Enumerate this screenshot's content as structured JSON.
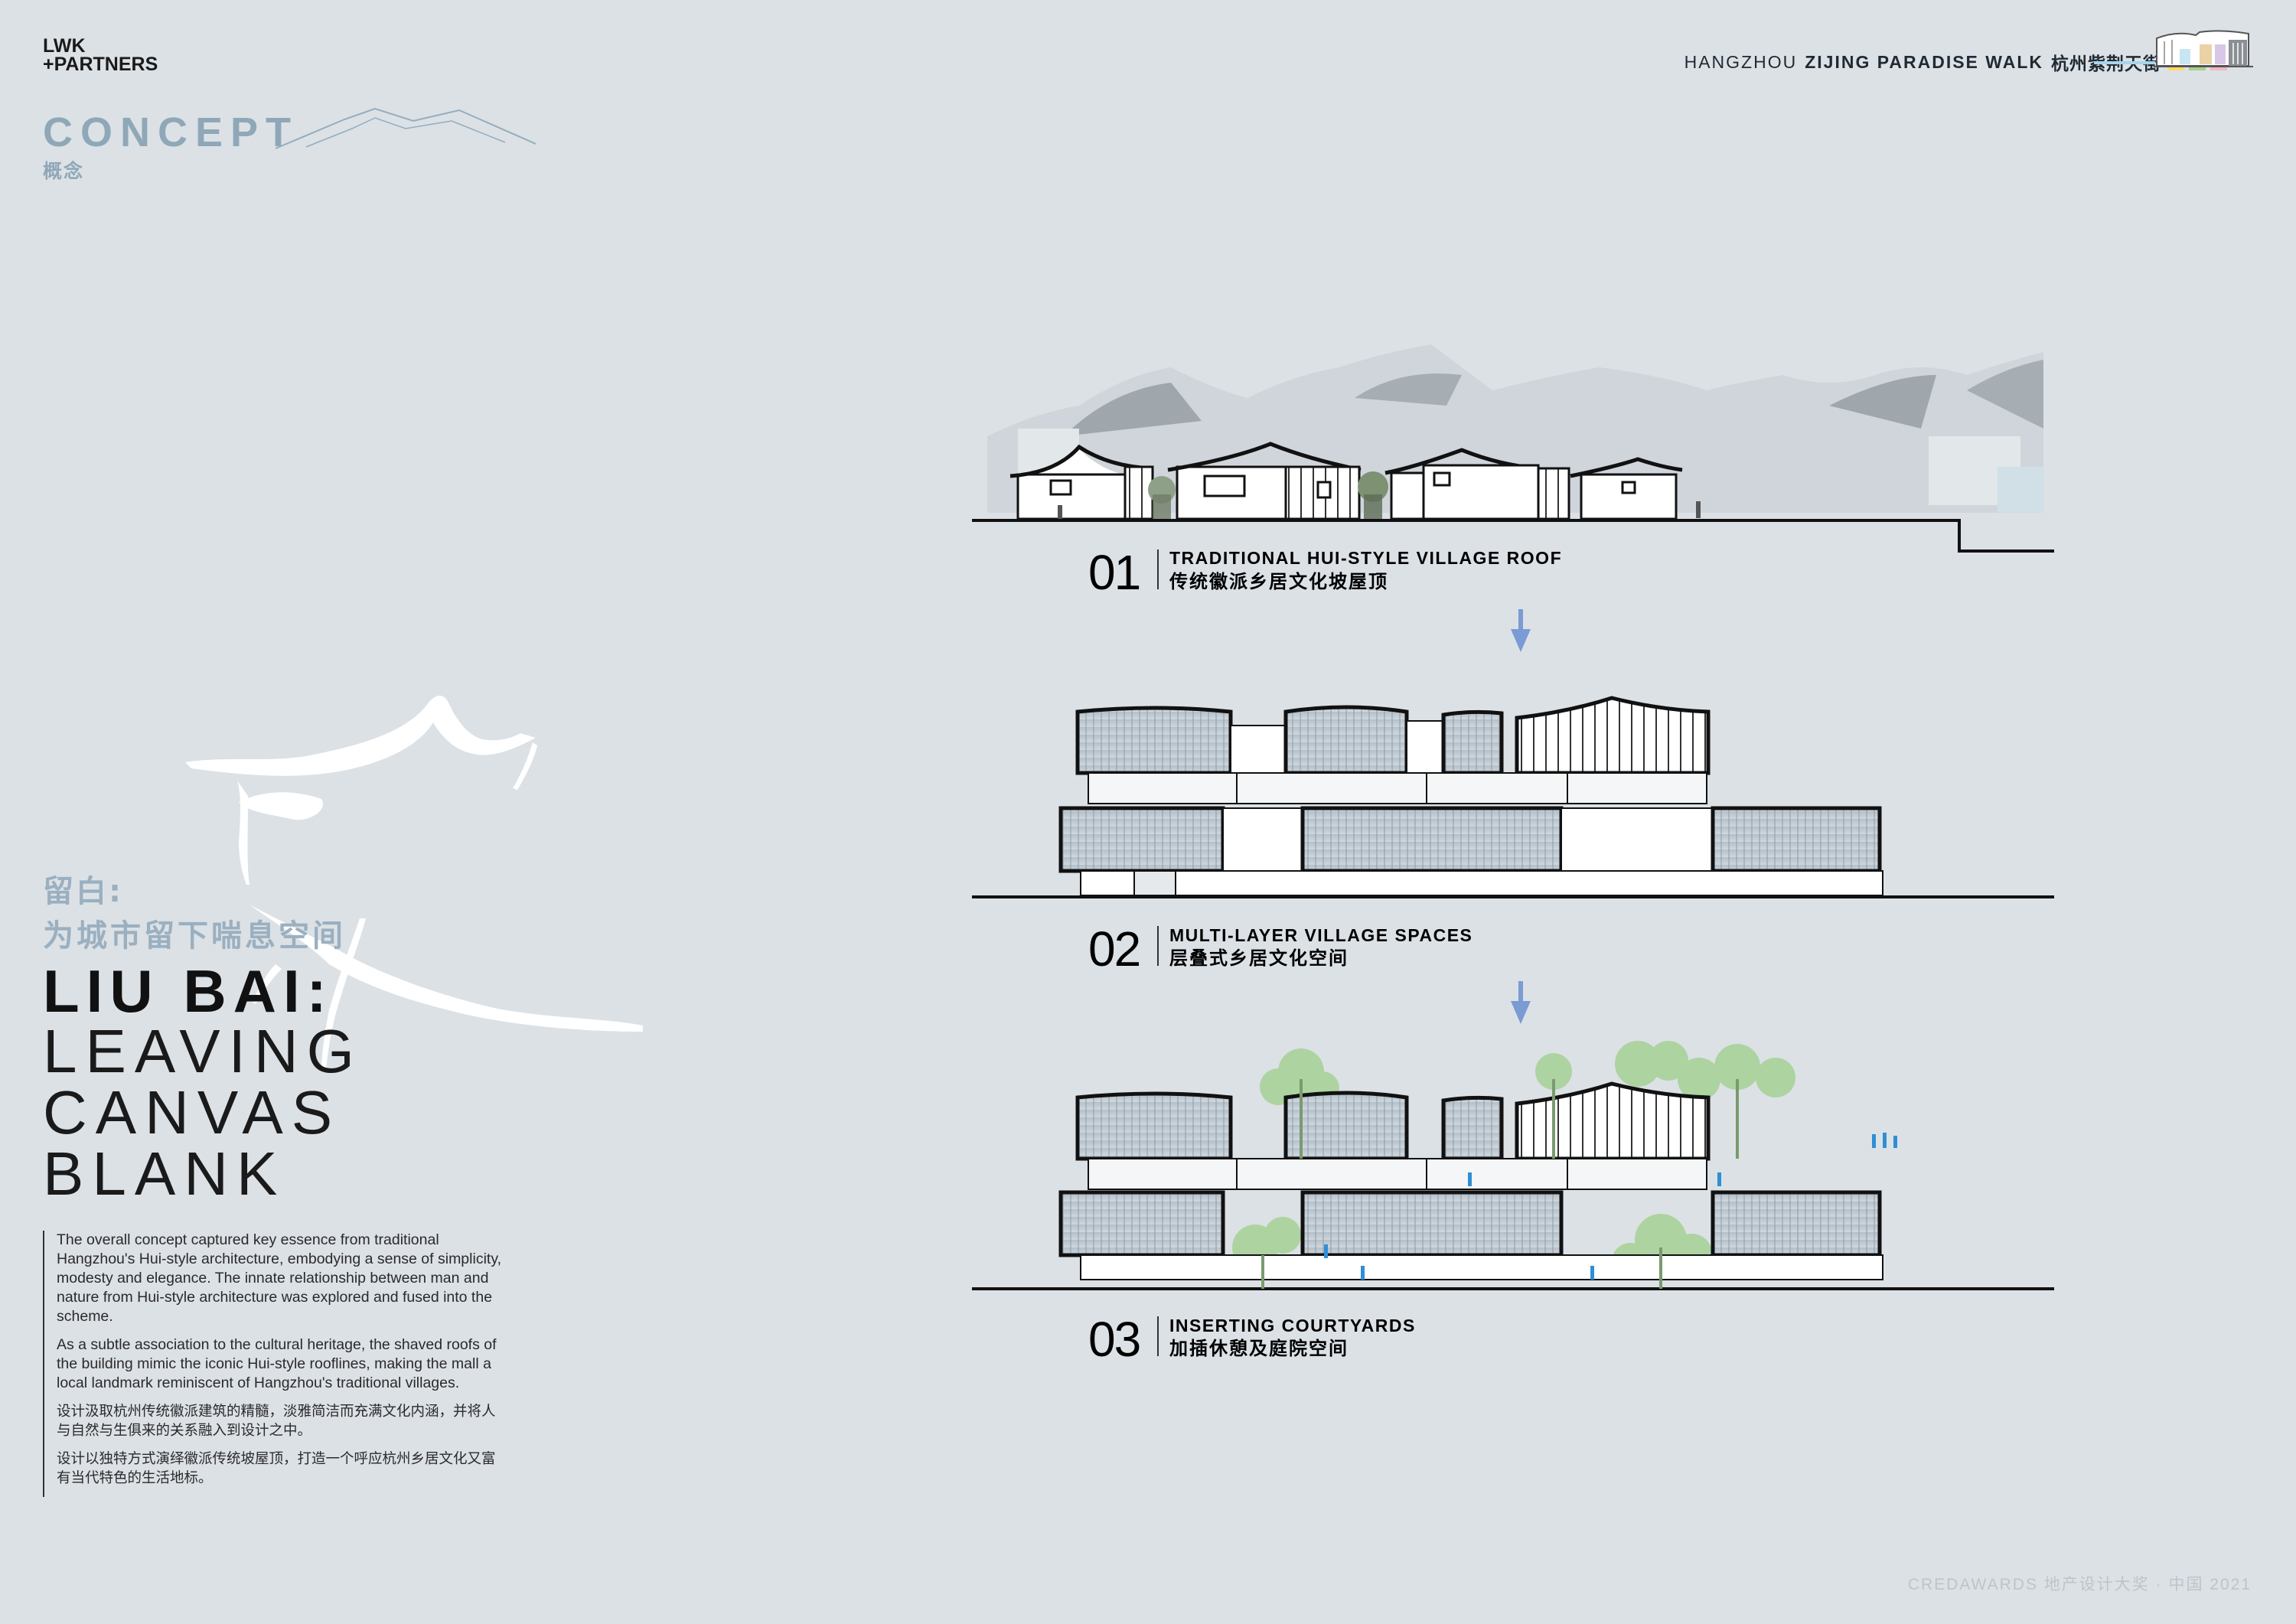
{
  "logo": {
    "line1": "LWK",
    "line2": "+PARTNERS"
  },
  "header": {
    "city": "HANGZHOU",
    "project": "ZIJING PARADISE WALK",
    "project_cn": "杭州紫荆天街"
  },
  "concept": {
    "title": "CONCEPT",
    "title_cn": "概念"
  },
  "liubai": {
    "cn_line1": "留白:",
    "cn_line2": "为城市留下喘息空间",
    "title": "LIU BAI:",
    "sub1": "LEAVING",
    "sub2": "CANVAS",
    "sub3": "BLANK"
  },
  "body": {
    "p1": "The overall concept captured key essence from traditional Hangzhou's Hui-style architecture, embodying a sense of simplicity, modesty and elegance.   The innate relationship between man and nature from Hui-style architecture was explored and fused into the scheme.",
    "p2": "As a subtle association to the cultural heritage, the shaved roofs of the building mimic the iconic Hui-style rooflines, making the mall a local landmark reminiscent of Hangzhou's traditional villages.",
    "p3": "设计汲取杭州传统徽派建筑的精髓，淡雅简洁而充满文化内涵，并将人与自然与生俱来的关系融入到设计之中。",
    "p4": "设计以独特方式演绎徽派传统坡屋顶，打造一个呼应杭州乡居文化又富有当代特色的生活地标。"
  },
  "steps": [
    {
      "num": "01",
      "en": "TRADITIONAL HUI-STYLE VILLAGE ROOF",
      "cn": "传统徽派乡居文化坡屋顶"
    },
    {
      "num": "02",
      "en": "MULTI-LAYER VILLAGE SPACES",
      "cn": "层叠式乡居文化空间"
    },
    {
      "num": "03",
      "en": "INSERTING COURTYARDS",
      "cn": "加插休憩及庭院空间"
    }
  ],
  "footer": {
    "text": "CREDAWARDS 地产设计大奖 · 中国 2021"
  },
  "colors": {
    "background": "#dce1e6",
    "accent_blue": "#7fa1d6",
    "concept_gray": "#8fa8b8"
  }
}
